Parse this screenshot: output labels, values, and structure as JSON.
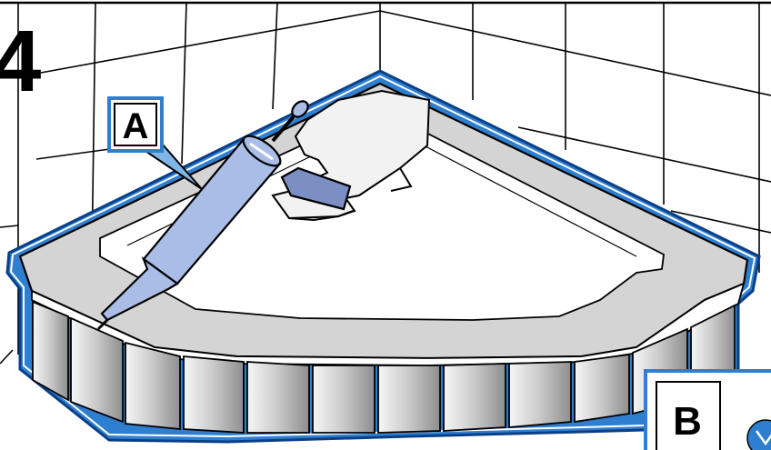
{
  "step": {
    "number": "4"
  },
  "callouts": [
    {
      "letter": "A",
      "target": "sealant-cartridge-gun"
    },
    {
      "letter": "B",
      "target": "side-panel-tiles"
    }
  ],
  "colors": {
    "sealant_blue": "#2f7fd0",
    "sealant_edge": "#0a3f88",
    "callout_fill": "#7fb6e6",
    "cartridge_fill": "#aabde6",
    "rim_grey": "#d4d4d4",
    "ink": "#000000"
  },
  "icons": {
    "callout_b_badge": "tool-badge-icon"
  }
}
